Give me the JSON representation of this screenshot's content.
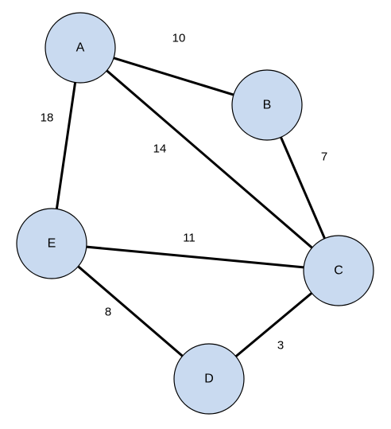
{
  "graph": {
    "node_fill": "#c9daf0",
    "stroke_color": "#000000",
    "nodes": {
      "A": "A",
      "B": "B",
      "C": "C",
      "D": "D",
      "E": "E"
    },
    "edges": [
      {
        "from": "A",
        "to": "B",
        "weight": "10"
      },
      {
        "from": "B",
        "to": "C",
        "weight": "7"
      },
      {
        "from": "A",
        "to": "C",
        "weight": "14"
      },
      {
        "from": "A",
        "to": "E",
        "weight": "18"
      },
      {
        "from": "E",
        "to": "C",
        "weight": "11"
      },
      {
        "from": "E",
        "to": "D",
        "weight": "8"
      },
      {
        "from": "D",
        "to": "C",
        "weight": "3"
      }
    ]
  }
}
